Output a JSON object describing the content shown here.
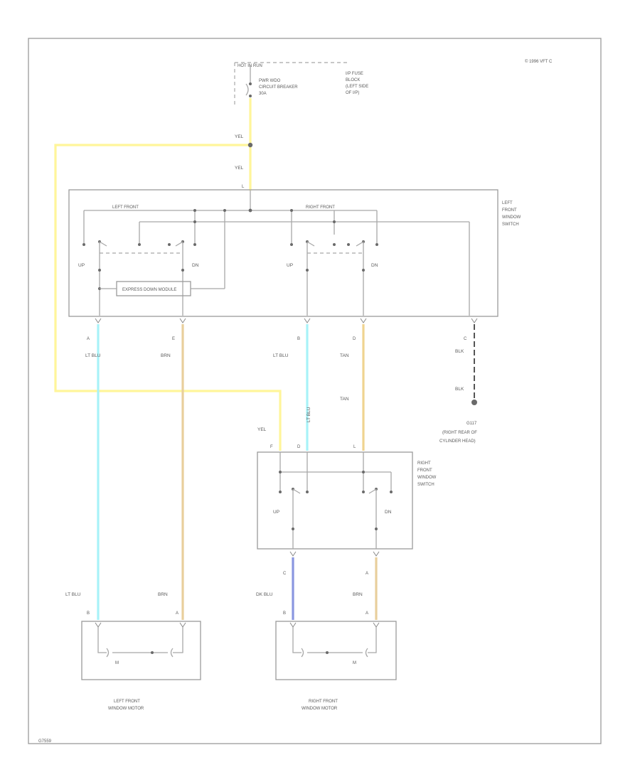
{
  "diagram": {
    "copyright": "© 1996 VFT C",
    "figure_id": "G7559",
    "wire_colors": {
      "yel": "#fff59a",
      "lt_blu": "#a8f2f8",
      "brn": "#e8cf9c",
      "tan": "#f0d490",
      "dk_blu": "#8a96e0",
      "blk": "#555555",
      "line": "#a8a8a8"
    },
    "fuse": {
      "hot_label": "HOT IN RUN",
      "breaker_line1": "PWR WDO",
      "breaker_line2": "CIRCUIT BREAKER",
      "breaker_line3": "30A",
      "location_line1": "I/P FUSE",
      "location_line2": "BLOCK",
      "location_line3": "(LEFT SIDE",
      "location_line4": "OF I/P)"
    },
    "wires": {
      "yel_top": "YEL",
      "yel_mid": "YEL",
      "yel_rf": "YEL",
      "lt_blu_a": "LT BLU",
      "brn_e": "BRN",
      "lt_blu_b": "LT BLU",
      "lt_blu_vert": "LT BLU",
      "tan_d": "TAN",
      "tan_lower": "TAN",
      "blk_1": "BLK",
      "blk_2": "BLK",
      "lt_blu_motor": "LT BLU",
      "brn_motor": "BRN",
      "dk_blu_motor": "DK BLU",
      "brn_rmotor": "BRN"
    },
    "pins": {
      "lf_top": "L",
      "lf_a": "A",
      "lf_e": "E",
      "lf_b": "B",
      "lf_d": "D",
      "lf_c": "C",
      "rf_f": "F",
      "rf_d": "D",
      "rf_l": "L",
      "rf_out_c": "C",
      "rf_out_a": "A",
      "lm_b": "B",
      "lm_a": "A",
      "rm_b": "B",
      "rm_a": "A"
    },
    "lf_switch": {
      "name_line1": "LEFT",
      "name_line2": "FRONT",
      "name_line3": "WINDOW",
      "name_line4": "SWITCH",
      "section_left": "LEFT FRONT",
      "section_right": "RIGHT FRONT",
      "up_left": "UP",
      "dn_left": "DN",
      "up_right": "UP",
      "dn_right": "DN",
      "module": "EXPRESS DOWN MODULE"
    },
    "ground": {
      "name": "G117",
      "loc_line1": "(RIGHT REAR OF",
      "loc_line2": "CYLINDER HEAD)"
    },
    "rf_switch": {
      "name_line1": "RIGHT",
      "name_line2": "FRONT",
      "name_line3": "WINDOW",
      "name_line4": "SWITCH",
      "up": "UP",
      "dn": "DN"
    },
    "left_motor": {
      "m": "M",
      "caption_line1": "LEFT FRONT",
      "caption_line2": "WINDOW MOTOR"
    },
    "right_motor": {
      "m": "M",
      "caption_line1": "RIGHT FRONT",
      "caption_line2": "WINDOW MOTOR"
    }
  }
}
